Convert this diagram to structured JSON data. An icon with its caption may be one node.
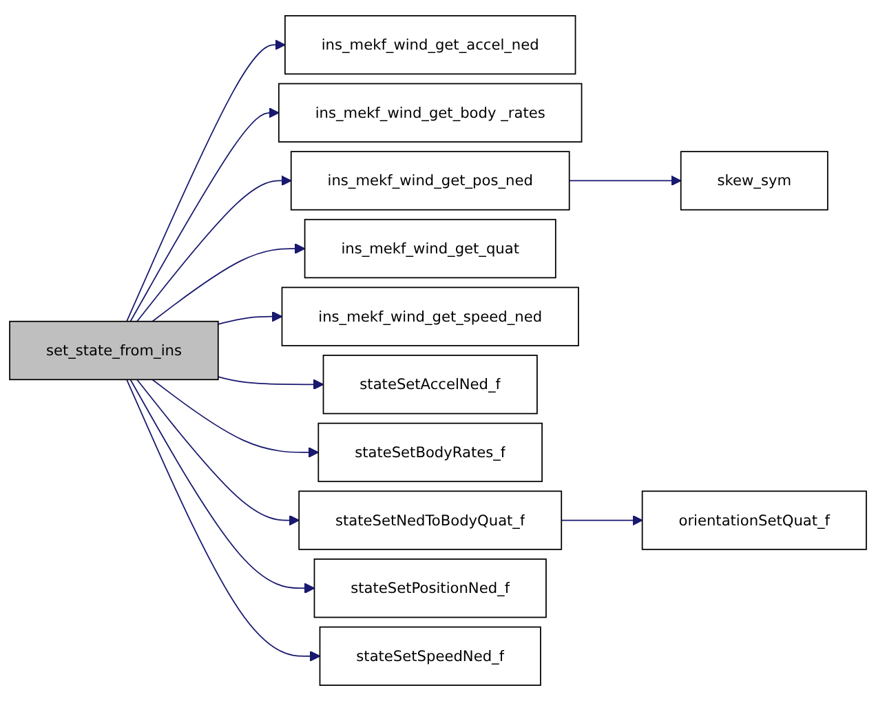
{
  "diagram": {
    "nodes": [
      {
        "text": [
          "set_state_from_ins"
        ]
      },
      {
        "text": [
          "ins_mekf_wind_get_accel_ned"
        ]
      },
      {
        "text": [
          "ins_mekf_wind_get_body _rates"
        ]
      },
      {
        "text": [
          "ins_mekf_wind_get_pos_ned"
        ]
      },
      {
        "text": [
          "skew_sym"
        ]
      },
      {
        "text": [
          "ins_mekf_wind_get_quat"
        ]
      },
      {
        "text": [
          "ins_mekf_wind_get_speed_ned"
        ]
      },
      {
        "text": [
          "stateSetAccelNed_f"
        ]
      },
      {
        "text": [
          "stateSetBodyRates_f"
        ]
      },
      {
        "text": [
          "stateSetNedToBodyQuat_f"
        ]
      },
      {
        "text": [
          "orientationSetQuat_f"
        ]
      },
      {
        "text": [
          "stateSetPositionNed_f"
        ]
      },
      {
        "text": [
          "stateSetSpeedNed_f"
        ]
      }
    ],
    "edges": [
      {
        "from": 0,
        "to": 1,
        "arrow": "to"
      },
      {
        "from": 0,
        "to": 2,
        "arrow": "to"
      },
      {
        "from": 0,
        "to": 3,
        "arrow": "to"
      },
      {
        "from": 3,
        "to": 4,
        "arrow": "to"
      },
      {
        "from": 0,
        "to": 5,
        "arrow": "to"
      },
      {
        "from": 0,
        "to": 6,
        "arrow": "to"
      },
      {
        "from": 0,
        "to": 7,
        "arrow": "to"
      },
      {
        "from": 0,
        "to": 8,
        "arrow": "to"
      },
      {
        "from": 0,
        "to": 9,
        "arrow": "to"
      },
      {
        "from": 9,
        "to": 10,
        "arrow": "to"
      },
      {
        "from": 0,
        "to": 11,
        "arrow": "to"
      },
      {
        "from": 0,
        "to": 12,
        "arrow": "to"
      }
    ]
  }
}
